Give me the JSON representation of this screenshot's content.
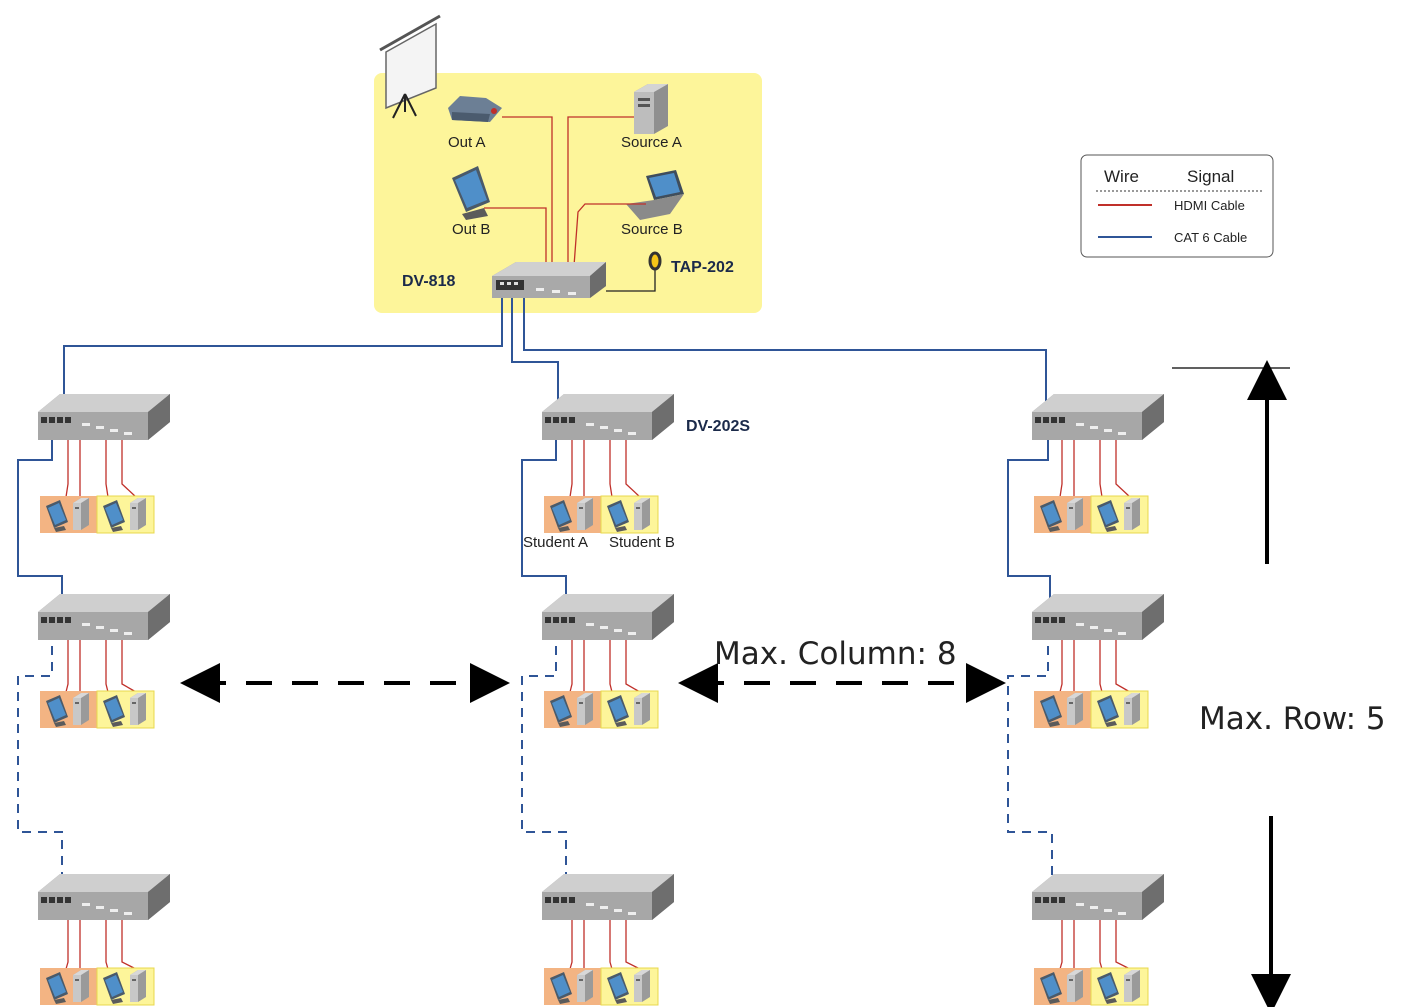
{
  "labels": {
    "out_a": "Out A",
    "out_b": "Out B",
    "source_a": "Source A",
    "source_b": "Source B",
    "main_switch": "DV-818",
    "tap": "TAP-202",
    "node_model": "DV-202S",
    "student_a": "Student A",
    "student_b": "Student B",
    "max_column": "Max. Column: 8",
    "max_row": "Max. Row: 5"
  },
  "legend": {
    "header_wire": "Wire",
    "header_signal": "Signal",
    "items": [
      {
        "label": "HDMI Cable",
        "color": "#c0302a"
      },
      {
        "label": "CAT 6 Cable",
        "color": "#2f5597"
      }
    ]
  },
  "colors": {
    "control_room_bg": "#fdf59a",
    "student_a_bg": "#f3b483",
    "student_b_bg": "#fdf59a",
    "hdmi": "#c0302a",
    "cat6": "#2f5597"
  }
}
